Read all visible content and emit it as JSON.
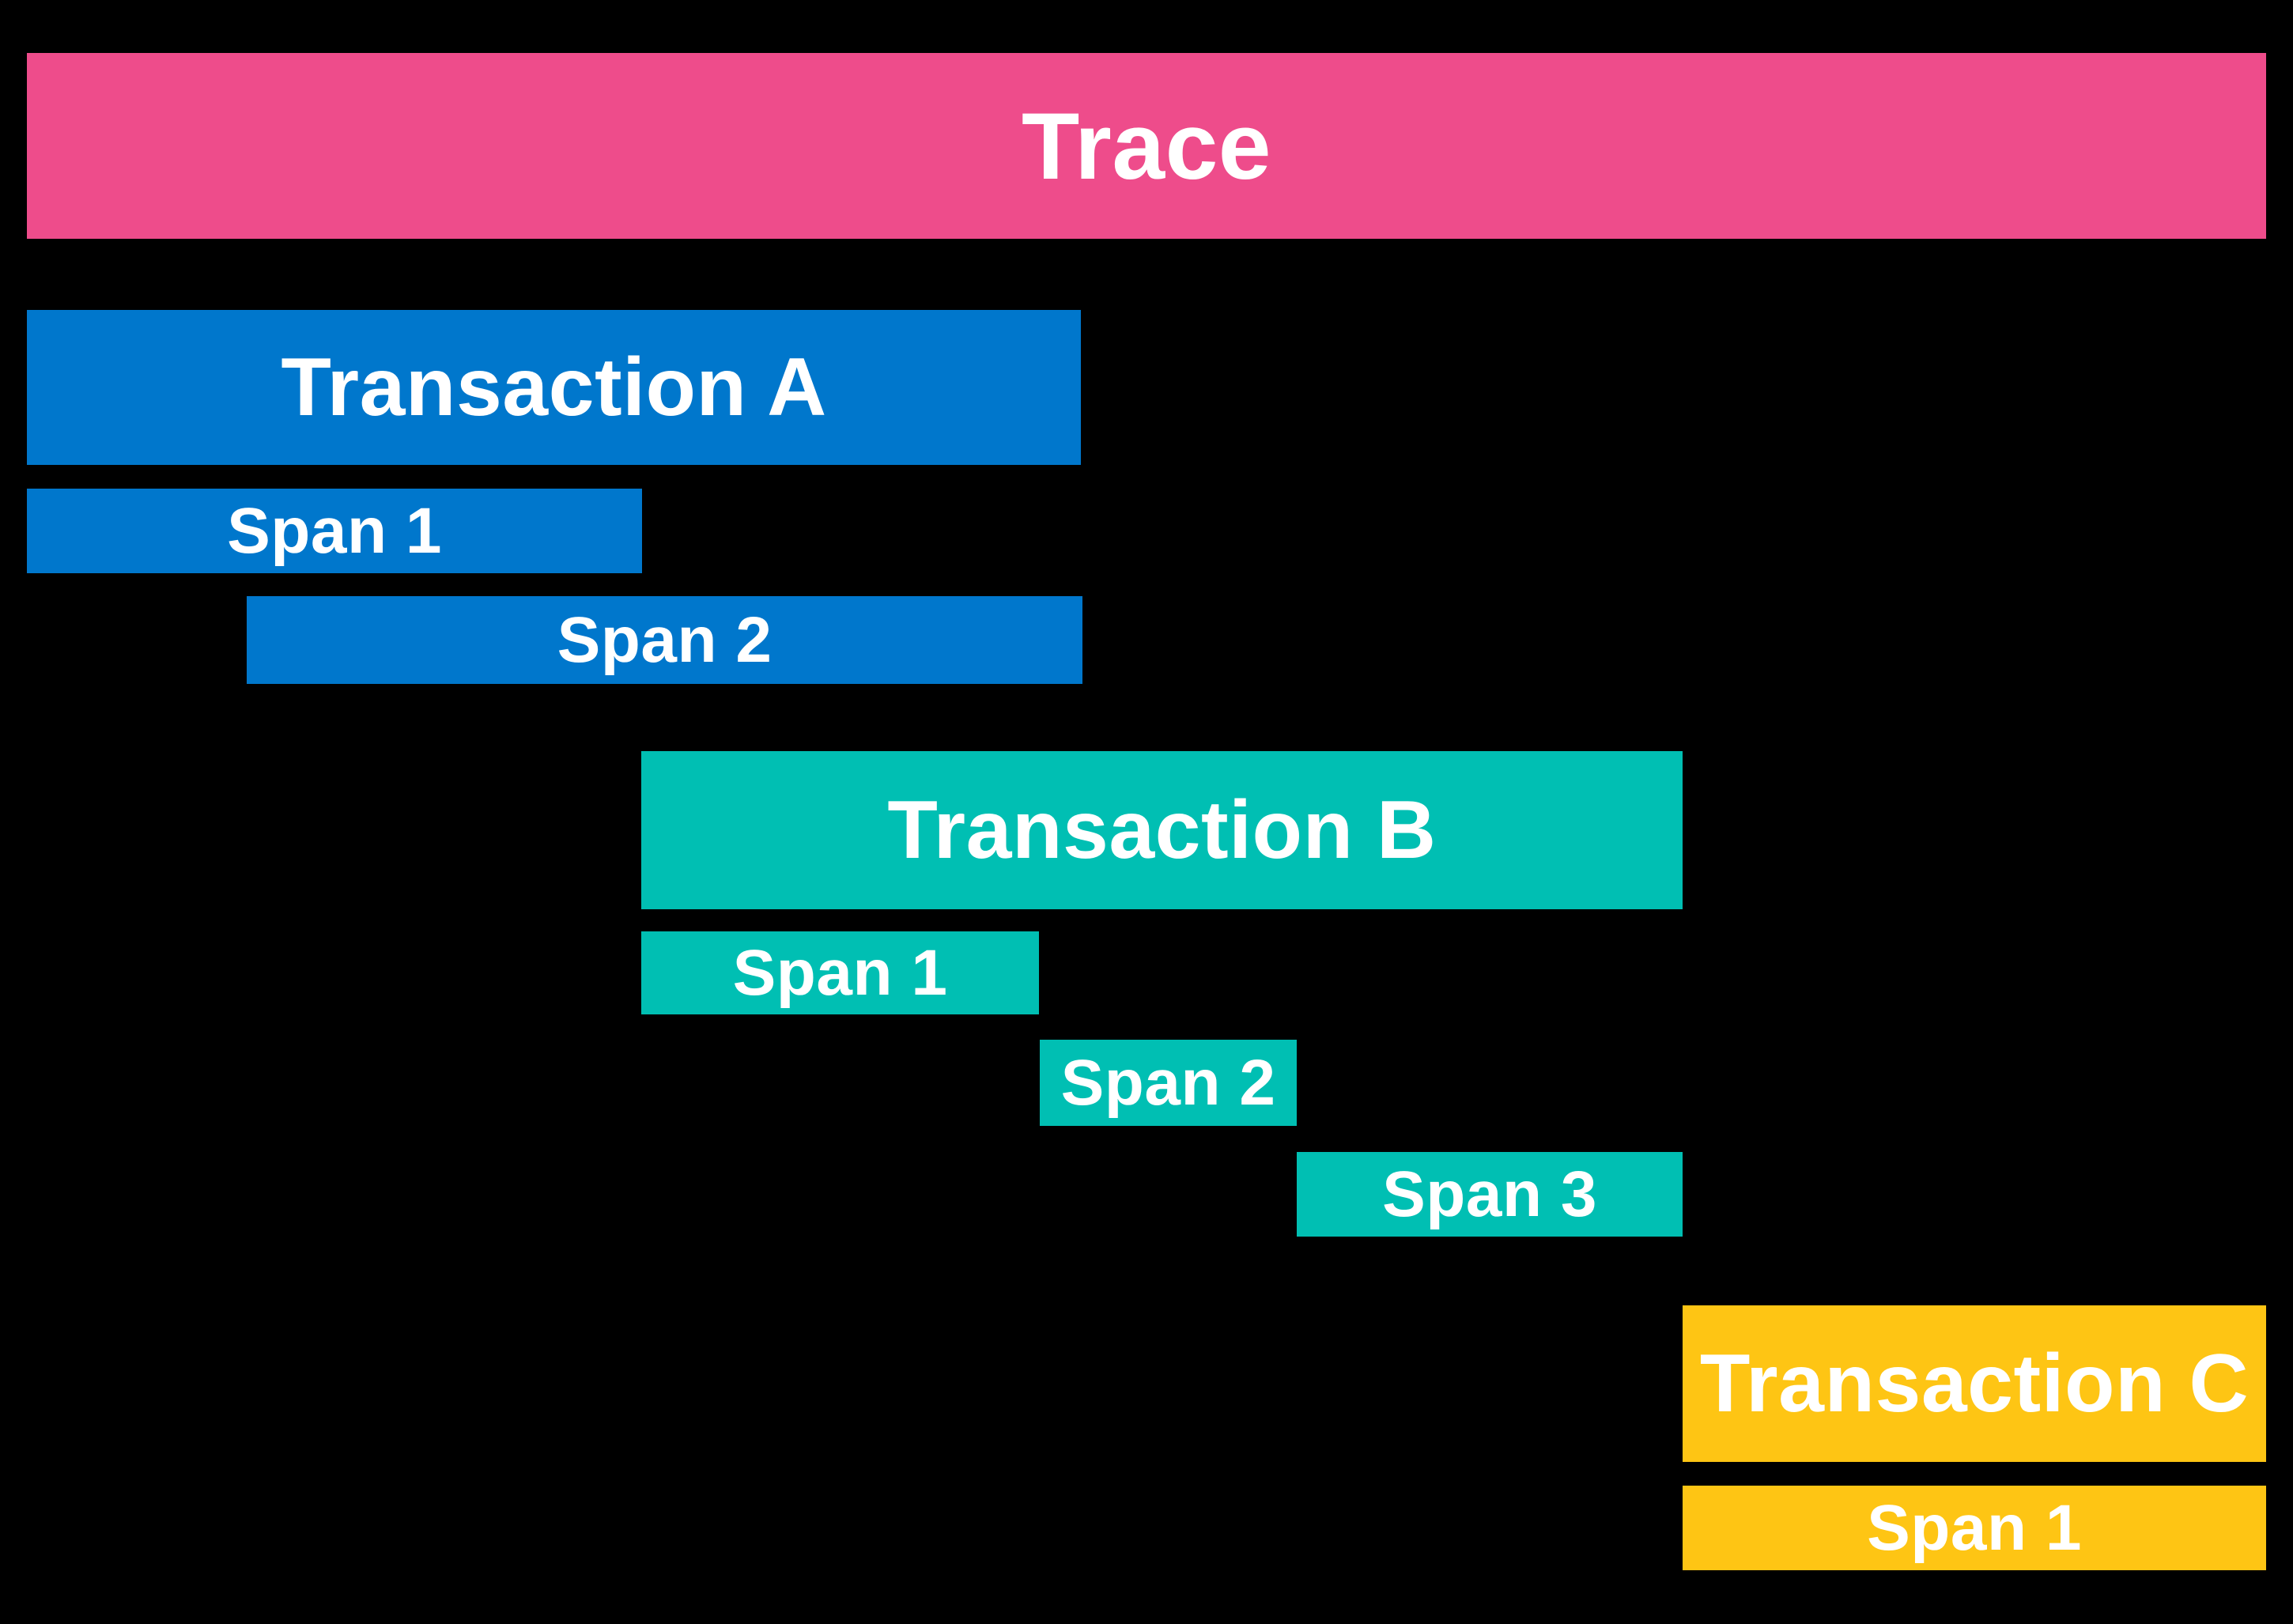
{
  "colors": {
    "background": "#000000",
    "trace": "#EE4C8B",
    "transaction_a": "#0077CC",
    "transaction_b": "#00BFB3",
    "transaction_c": "#FEC514",
    "label_text": "#FFFFFF"
  },
  "diagram": {
    "trace": {
      "label": "Trace"
    },
    "transaction_a": {
      "label": "Transaction A",
      "spans": [
        {
          "label": "Span 1"
        },
        {
          "label": "Span 2"
        }
      ]
    },
    "transaction_b": {
      "label": "Transaction B",
      "spans": [
        {
          "label": "Span 1"
        },
        {
          "label": "Span 2"
        },
        {
          "label": "Span 3"
        }
      ]
    },
    "transaction_c": {
      "label": "Transaction C",
      "spans": [
        {
          "label": "Span 1"
        }
      ]
    }
  }
}
